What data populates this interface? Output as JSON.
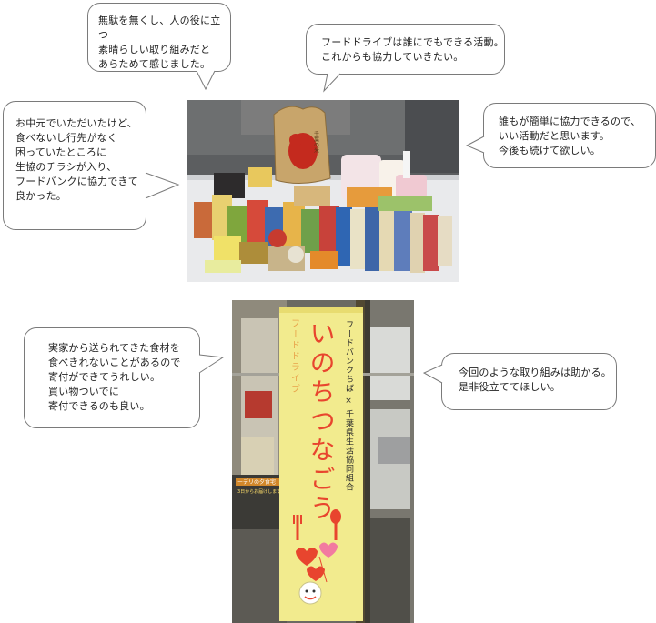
{
  "comments": {
    "top_left": "無駄を無くし、人の役に立つ\n素晴らしい取り組みだと\nあらためて感じました。",
    "top_right": "フードドライブは誰にでもできる活動。\nこれからも協力していきたい。",
    "mid_left": "お中元でいただいたけど、\n食べないし行先がなく\n困っていたところに\n生協のチラシが入り、\nフードバンクに協力できて\n良かった。",
    "mid_right": "誰もが簡単に協力できるので、\nいい活動だと思います。\n今後も続けて欲しい。",
    "low_left": "実家から送られてきた食材を\n食べきれないことがあるので\n寄付ができてうれしい。\n買い物ついでに\n寄付できるのも良い。",
    "low_right": "今回のような取り組みは助かる。\n是非役立ててほしい。"
  },
  "photo_banner": {
    "banner_title": "フードバンクちば × 千葉県生活協同組合",
    "banner_slogan": "いのちつなごう",
    "banner_sub": "フードドライブ",
    "shop_sign": "ーデリの夕食宅",
    "shop_sign2": "3日からお届けします"
  },
  "photo_goods": {
    "rice_bag_label": "千葉の米"
  }
}
